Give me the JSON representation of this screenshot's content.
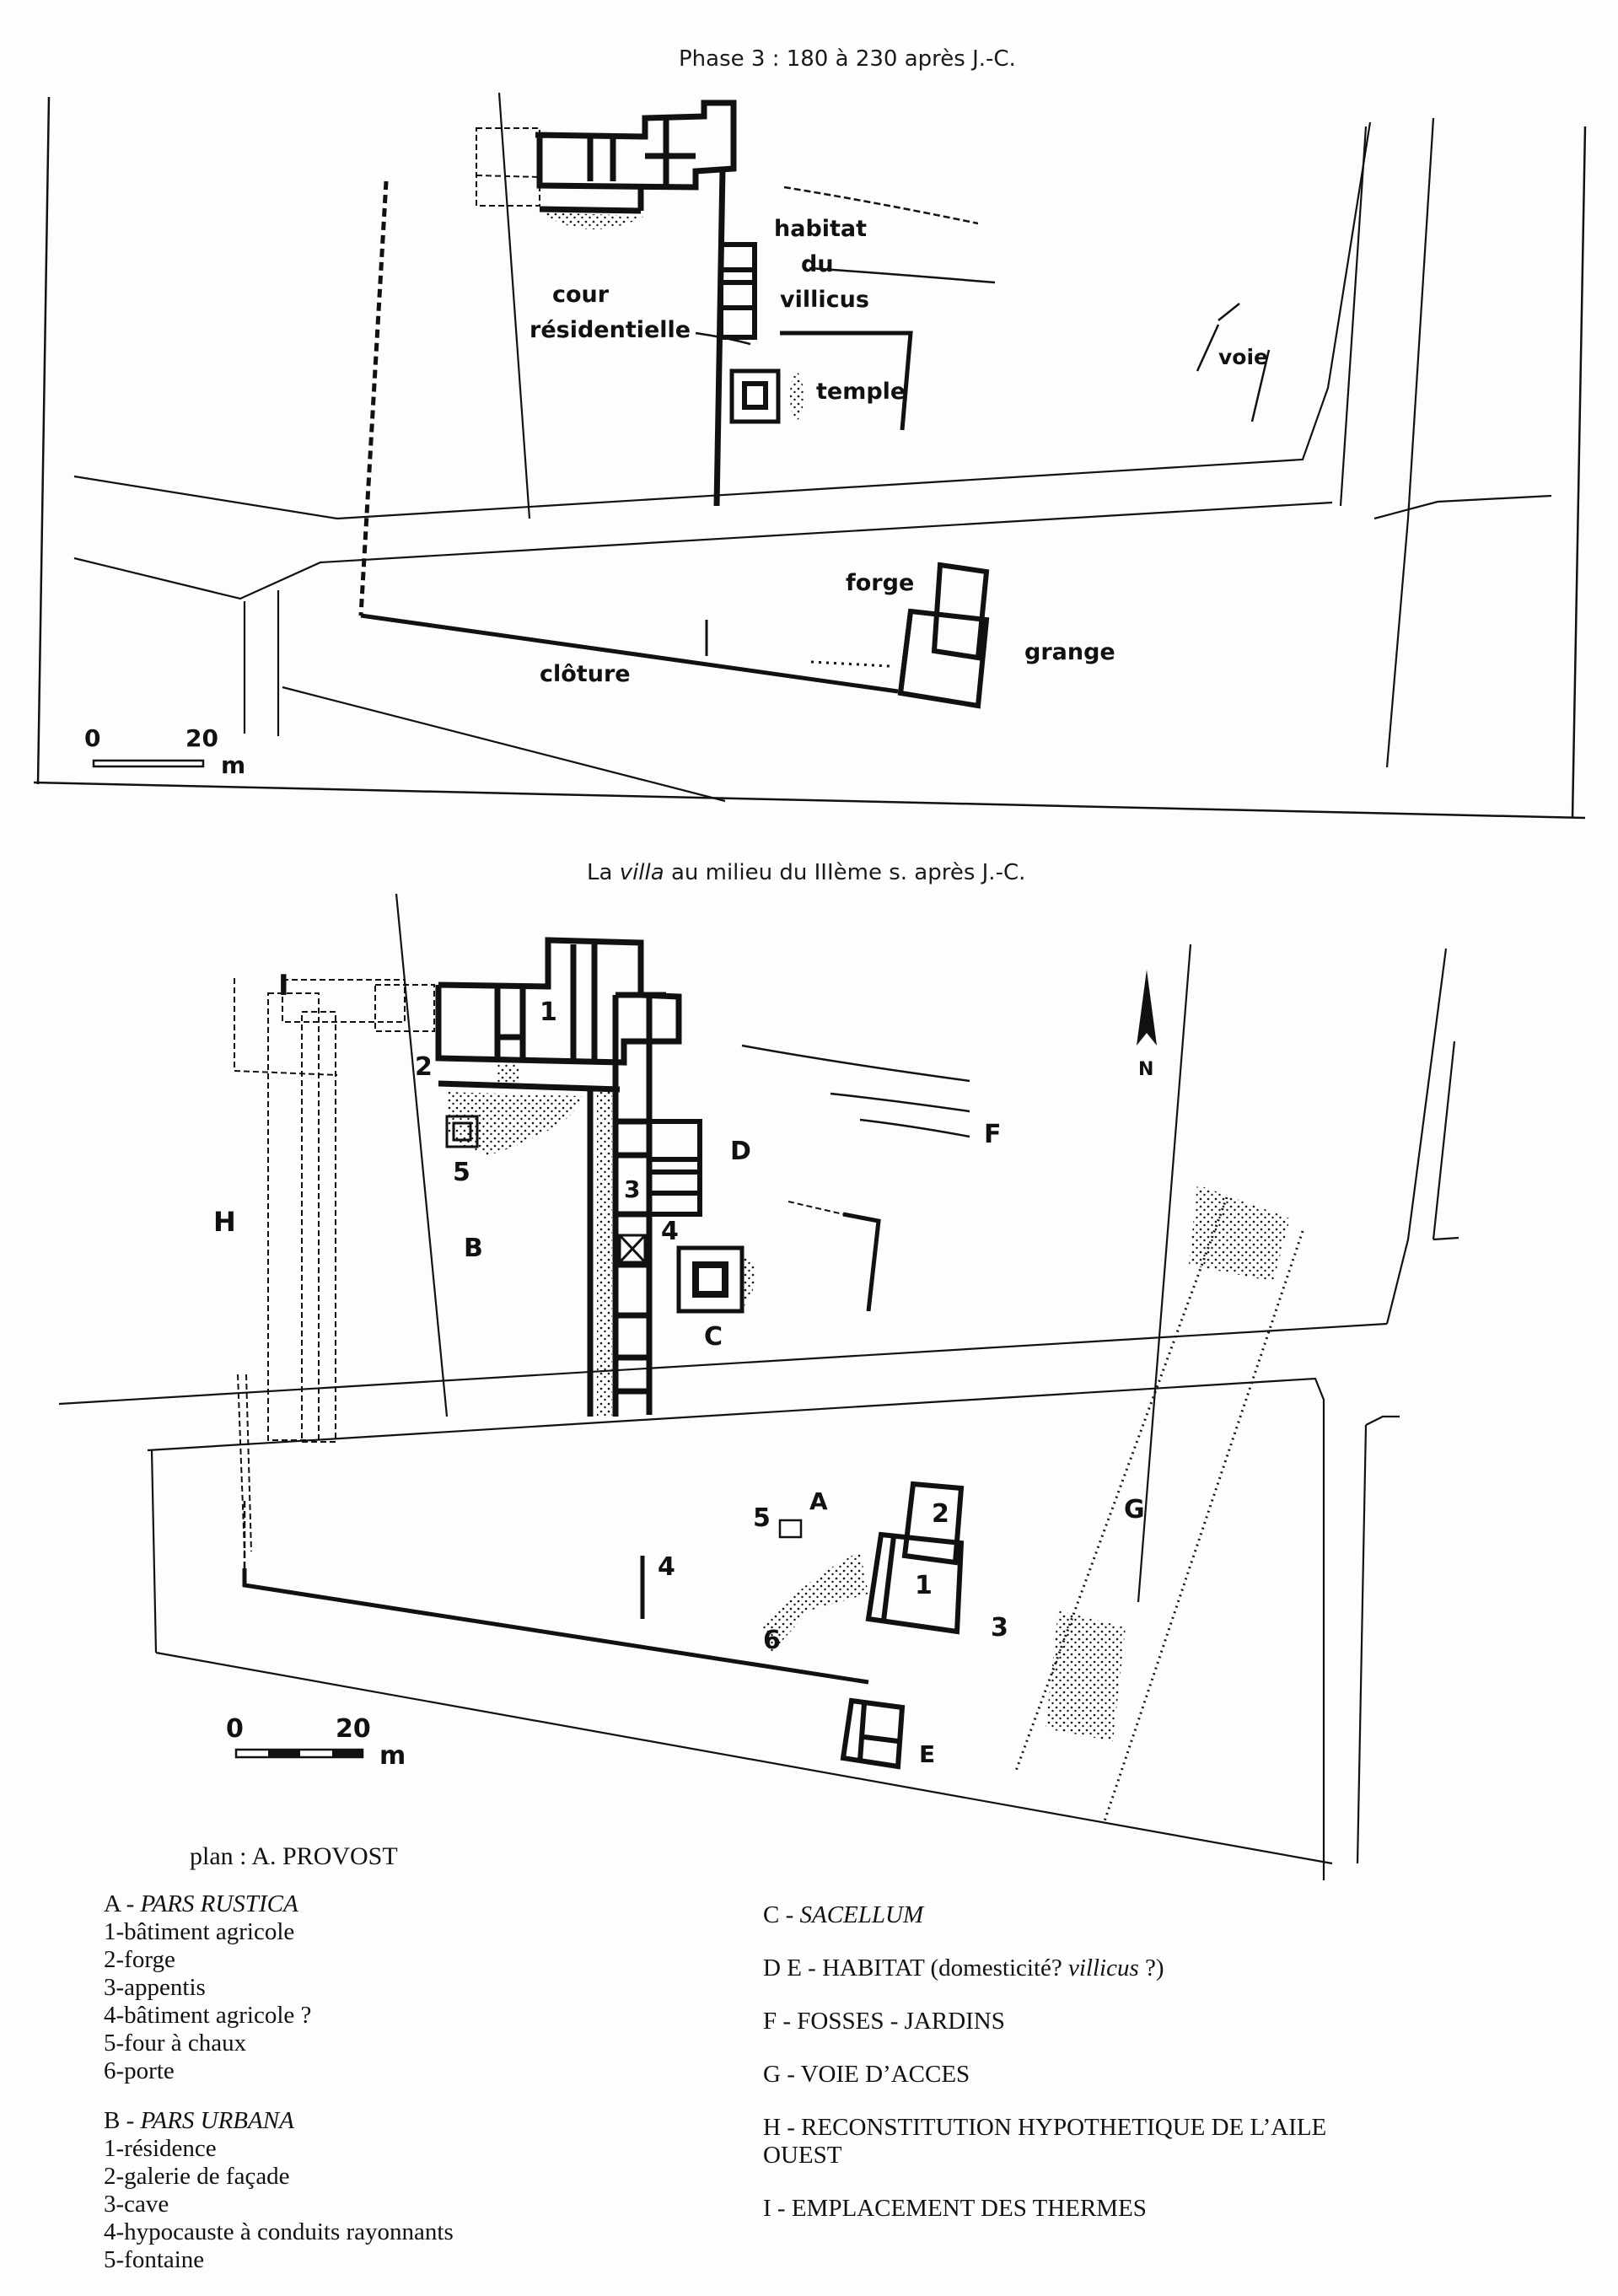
{
  "figure_top": {
    "title": "Phase 3 : 180 à 230 après J.-C.",
    "labels": {
      "cour": "cour",
      "residentielle": "résidentielle",
      "habitat": "habitat",
      "du": "du",
      "villicus": "villicus",
      "temple": "temple",
      "voie": "voie",
      "forge": "forge",
      "grange": "grange",
      "cloture": "clôture"
    },
    "scale": {
      "zero": "0",
      "twenty": "20",
      "unit": "m"
    }
  },
  "figure_bottom": {
    "title_prefix": "La",
    "title_italic": "villa",
    "title_suffix": "au milieu du IIIème s. après J.-C.",
    "north_label": "N",
    "labels": {
      "A": "A",
      "B": "B",
      "C": "C",
      "D": "D",
      "E": "E",
      "F": "F",
      "G": "G",
      "H": "H",
      "I": "I",
      "b1": "1",
      "b2": "2",
      "b3": "3",
      "b4": "4",
      "b5": "5",
      "a1": "1",
      "a2": "2",
      "a3": "3",
      "a4": "4",
      "a5": "5",
      "a6": "6"
    },
    "scale": {
      "zero": "0",
      "twenty": "20",
      "unit": "m"
    }
  },
  "credit": "plan : A. PROVOST",
  "legend_left": [
    {
      "key": "A -",
      "title": "PARS RUSTICA",
      "items": [
        "1-bâtiment agricole",
        "2-forge",
        "3-appentis",
        "4-bâtiment agricole ?",
        "5-four à chaux",
        "6-porte"
      ]
    },
    {
      "key": "B -",
      "title": "PARS URBANA",
      "items": [
        "1-résidence",
        "2-galerie de façade",
        "3-cave",
        "4-hypocauste à conduits rayonnants",
        "5-fontaine"
      ]
    }
  ],
  "legend_right": [
    {
      "key": "C -",
      "text": "",
      "italic": "SACELLUM"
    },
    {
      "key": "D E -",
      "text": "HABITAT (domesticité? ",
      "italic": "villicus",
      "tail": " ?)"
    },
    {
      "key": "F -",
      "text": "FOSSES - JARDINS"
    },
    {
      "key": "G -",
      "text": "VOIE D’ACCES"
    },
    {
      "key": "H -",
      "text": "RECONSTITUTION HYPOTHETIQUE DE L’AILE OUEST"
    },
    {
      "key": "I -",
      "text": "EMPLACEMENT DES THERMES"
    }
  ]
}
